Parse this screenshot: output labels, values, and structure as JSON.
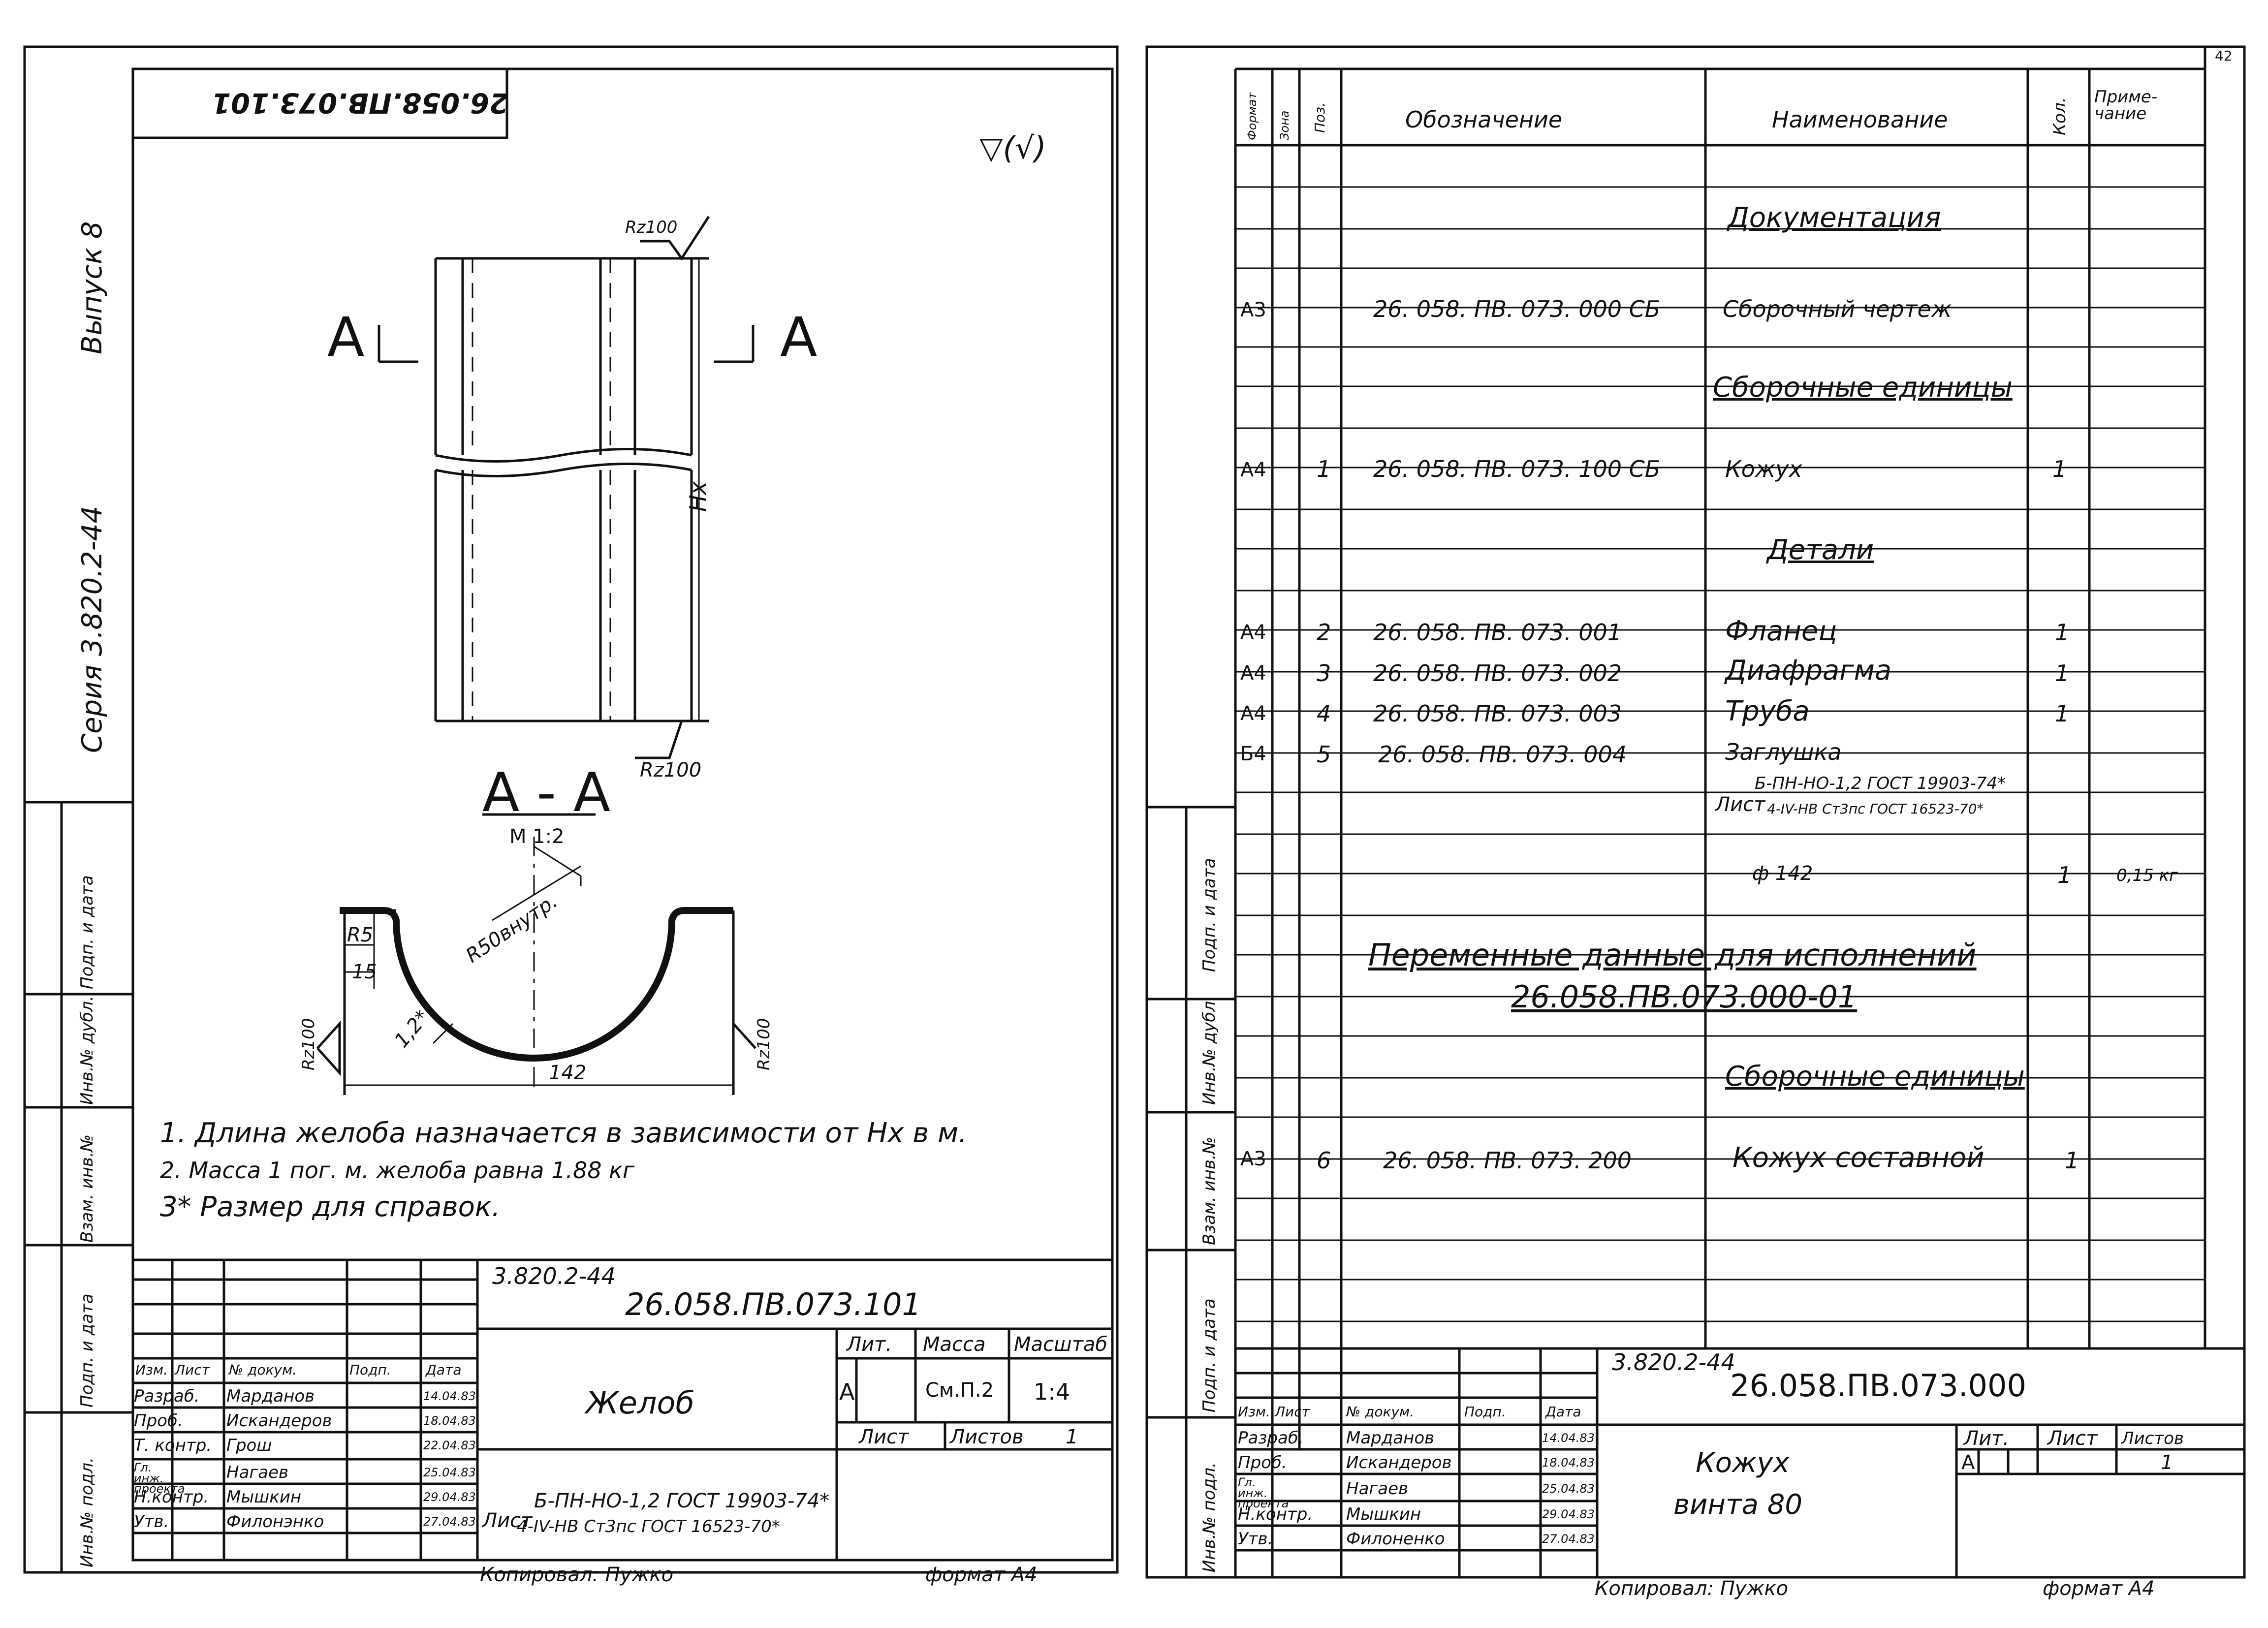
{
  "page_number": "42",
  "left_sheet": {
    "side_series": "Серия 3.820.2-44",
    "side_issue": "Выпуск 8",
    "top_code_rotated": "26.058.ПВ.073.101",
    "roughness_symbol": "▽(√)",
    "roughness_top": "Rz100",
    "roughness_bottom": "Rz100",
    "section_mark": "A",
    "dimension_hx": "Hx",
    "section_title": "A - A",
    "section_scale": "M 1:2",
    "profile_r5": "R5",
    "profile_15": "15",
    "profile_r50": "R50внутр.",
    "profile_thickness": "1,2*",
    "profile_rz_left": "Rz100",
    "profile_rz_right": "Rz100",
    "profile_width": "142",
    "notes": [
      "1.  Длина желоба назначается в зависимости от  Нх в м.",
      "2.  Масса 1 пог. м. желоба равна  1.88 кг",
      "3* Размер  для  справок."
    ],
    "stamp": {
      "series": "3.820.2-44",
      "code": "26.058.ПВ.073.101",
      "title": "Желоб",
      "headers": [
        "Изм.",
        "Лист",
        "№ докум.",
        "Подп.",
        "Дата"
      ],
      "rows": [
        {
          "role": "Разраб.",
          "name": "Марданов",
          "date": "14.04.83"
        },
        {
          "role": "Проб.",
          "name": "Искандеров",
          "date": "18.04.83"
        },
        {
          "role": "Т. контр.",
          "name": "Грош",
          "date": "22.04.83"
        },
        {
          "role": "Гл. инж. проекта",
          "name": "Нагаев",
          "date": "25.04.83"
        },
        {
          "role": "Н.контр.",
          "name": "Мышкин",
          "date": "29.04.83"
        },
        {
          "role": "Утв.",
          "name": "Филонэнко",
          "date": "27.04.83"
        }
      ],
      "lit_label": "Лит.",
      "mass_label": "Масса",
      "scale_label": "Масштаб",
      "lit_value": "А",
      "mass_value": "См.П.2",
      "scale_value": "1:4",
      "sheet_label": "Лист",
      "sheets_label": "Листов",
      "sheets_value": "1",
      "material_prefix": "Лист",
      "material_line1": "Б-ПН-НО-1,2 ГОСТ 19903-74*",
      "material_line2": "4-IV-НВ Ст3пс  ГОСТ 16523-70*"
    },
    "side_labels": [
      "Подп. и дата",
      "Инв.№ дубл.",
      "Взам. инв.№",
      "Подп. и дата",
      "Инв.№ подл."
    ],
    "copied": "Копировал:   Пужко",
    "format": "формат А4"
  },
  "right_sheet": {
    "headers": {
      "format": "Формат",
      "zone": "Зона",
      "pos": "Поз.",
      "designation": "Обозначение",
      "name": "Наименование",
      "qty": "Кол.",
      "note": "Приме-\nчание"
    },
    "rows": [
      {
        "format": "",
        "pos": "",
        "designation": "",
        "name": "Документация",
        "qty": "",
        "note": "",
        "heading": true
      },
      {
        "format": "А3",
        "pos": "",
        "designation": "26. 058. ПВ. 073. 000 СБ",
        "name": "Сборочный чертеж",
        "qty": "",
        "note": ""
      },
      {
        "format": "",
        "pos": "",
        "designation": "",
        "name": "Сборочные единицы",
        "qty": "",
        "note": "",
        "heading": true
      },
      {
        "format": "А4",
        "pos": "1",
        "designation": "26. 058. ПВ. 073. 100 СБ",
        "name": "Кожух",
        "qty": "1",
        "note": ""
      },
      {
        "format": "",
        "pos": "",
        "designation": "",
        "name": "Детали",
        "qty": "",
        "note": "",
        "heading": true
      },
      {
        "format": "А4",
        "pos": "2",
        "designation": "26. 058. ПВ. 073. 001",
        "name": "Фланец",
        "qty": "1",
        "note": ""
      },
      {
        "format": "А4",
        "pos": "3",
        "designation": "26. 058. ПВ. 073. 002",
        "name": "Диафрагма",
        "qty": "1",
        "note": ""
      },
      {
        "format": "А4",
        "pos": "4",
        "designation": "26. 058. ПВ. 073. 003",
        "name": "Труба",
        "qty": "1",
        "note": ""
      },
      {
        "format": "Б4",
        "pos": "5",
        "designation": "26. 058. ПВ. 073. 004",
        "name": "Заглушка",
        "qty": "",
        "note": ""
      }
    ],
    "zaglushka_material_prefix": "Лист",
    "zaglushka_material_line1": "Б-ПН-НО-1,2 ГОСТ 19903-74*",
    "zaglushka_material_line2": "4-IV-НВ Ст3пс  ГОСТ 16523-70*",
    "zaglushka_diameter": "ф 142",
    "zaglushka_qty": "1",
    "zaglushka_note": "0,15 кг",
    "variable_title": "Переменные  данные  для  исполнений",
    "variable_code": "26.058.ПВ.073.000-01",
    "var_section": "Сборочные  единицы",
    "var_row": {
      "format": "А3",
      "pos": "6",
      "designation": "26. 058. ПВ. 073. 200",
      "name": "Кожух  составной",
      "qty": "1"
    },
    "stamp": {
      "series": "3.820.2-44",
      "code": "26.058.ПВ.073.000",
      "title_line1": "Кожух",
      "title_line2": "винта  80",
      "headers": [
        "Изм.",
        "Лист",
        "№ докум.",
        "Подп.",
        "Дата"
      ],
      "rows": [
        {
          "role": "Разраб.",
          "name": "Марданов",
          "date": "14.04.83"
        },
        {
          "role": "Проб.",
          "name": "Искандеров",
          "date": "18.04.83"
        },
        {
          "role": "Гл. инж. проекта",
          "name": "Нагаев",
          "date": "25.04.83"
        },
        {
          "role": "Н.контр.",
          "name": "Мышкин",
          "date": "29.04.83"
        },
        {
          "role": "Утв.",
          "name": "Филоненко",
          "date": "27.04.83"
        }
      ],
      "lit_label": "Лит.",
      "sheet_label": "Лист",
      "sheets_label": "Листов",
      "lit_value": "А",
      "sheets_value": "1"
    },
    "side_labels": [
      "Подп. и дата",
      "Инв.№ дубл.",
      "Взам. инв.№",
      "Подп. и дата",
      "Инв.№ подл."
    ],
    "copied": "Копировал:   Пужко",
    "format": "формат А4"
  }
}
